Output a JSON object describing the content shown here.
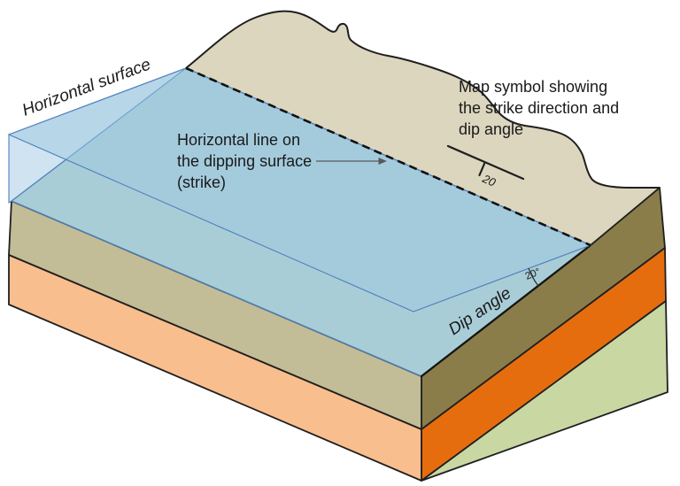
{
  "title": "Strike and dip block diagram",
  "diagram": {
    "labels": {
      "horizontal_surface": "Horizontal surface",
      "strike_caption": [
        "Horizontal line on",
        "the dipping surface",
        "(strike)"
      ],
      "map_symbol_caption": [
        "Map symbol showing",
        "the strike direction and",
        "dip angle"
      ],
      "dip_angle": "Dip angle",
      "dip_value": "20°",
      "map_symbol_dip_number": "20"
    },
    "colors": {
      "ground_tan": "#dcd6bf",
      "dipping_surface_teal": "#a8cdd7",
      "horizontal_plane_blue": "#cfe4f0",
      "plane_overlay": "rgba(159,201,225,0.5)",
      "front_olive": "#c2bc97",
      "front_peach": "#f9be8d",
      "side_dark_olive": "#8a7d49",
      "side_orange": "#e66d0e",
      "side_green": "#c9d7a3",
      "edge_dark": "#1f1f1f",
      "edge_blue": "#4f81bd",
      "arrow_gray": "#595959",
      "text_color": "#1a1a1a"
    }
  }
}
